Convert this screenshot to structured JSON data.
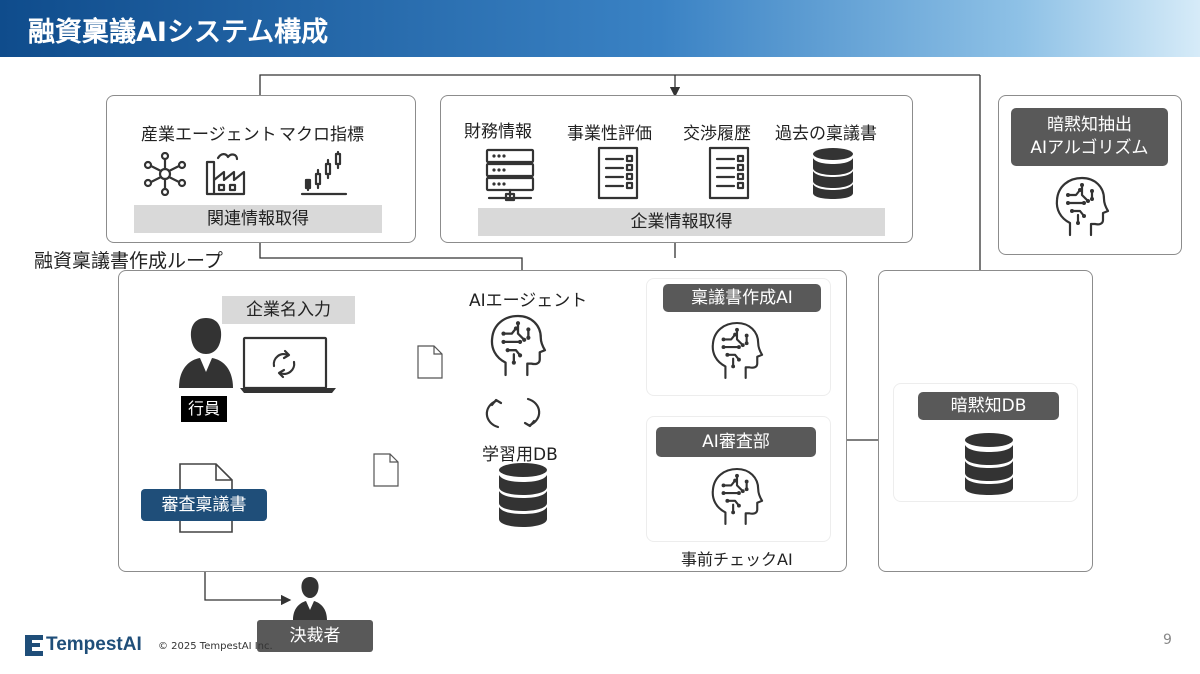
{
  "header": {
    "title": "融資稟議AIシステム構成"
  },
  "sources": {
    "industry_agent": "産業エージェント",
    "macro": "マクロ指標",
    "related_info": "関連情報取得",
    "financial": "財務情報",
    "business_eval": "事業性評価",
    "negotiation": "交渉履歴",
    "past_ringi": "過去の稟議書",
    "company_info": "企業情報取得"
  },
  "tacit_algo": {
    "line1": "暗黙知抽出",
    "line2": "AIアルゴリズム"
  },
  "loop": {
    "title": "融資稟議書作成ループ",
    "company_input": "企業名入力",
    "staff": "行員",
    "ai_agent": "AIエージェント",
    "learning_db": "学習用DB",
    "ringi_ai": "稟議書作成AI",
    "review_dept": "AI審査部",
    "precheck": "事前チェックAI",
    "review_ringi": "審査稟議書"
  },
  "tacit_db": "暗黙知DB",
  "approver": "決裁者",
  "footer": {
    "brand": "TempestAI",
    "copyright": "© 2025 TempestAI Inc.",
    "page": "9"
  },
  "colors": {
    "header_start": "#0f4c8c",
    "navy_label": "#1f4e79",
    "dark_label": "#595959"
  },
  "icons": [
    "network-icon",
    "factory-icon",
    "chart-icon",
    "server-icon",
    "document-list-icon",
    "database-icon",
    "ai-head-icon",
    "person-icon",
    "laptop-icon",
    "refresh-icon",
    "file-icon"
  ]
}
